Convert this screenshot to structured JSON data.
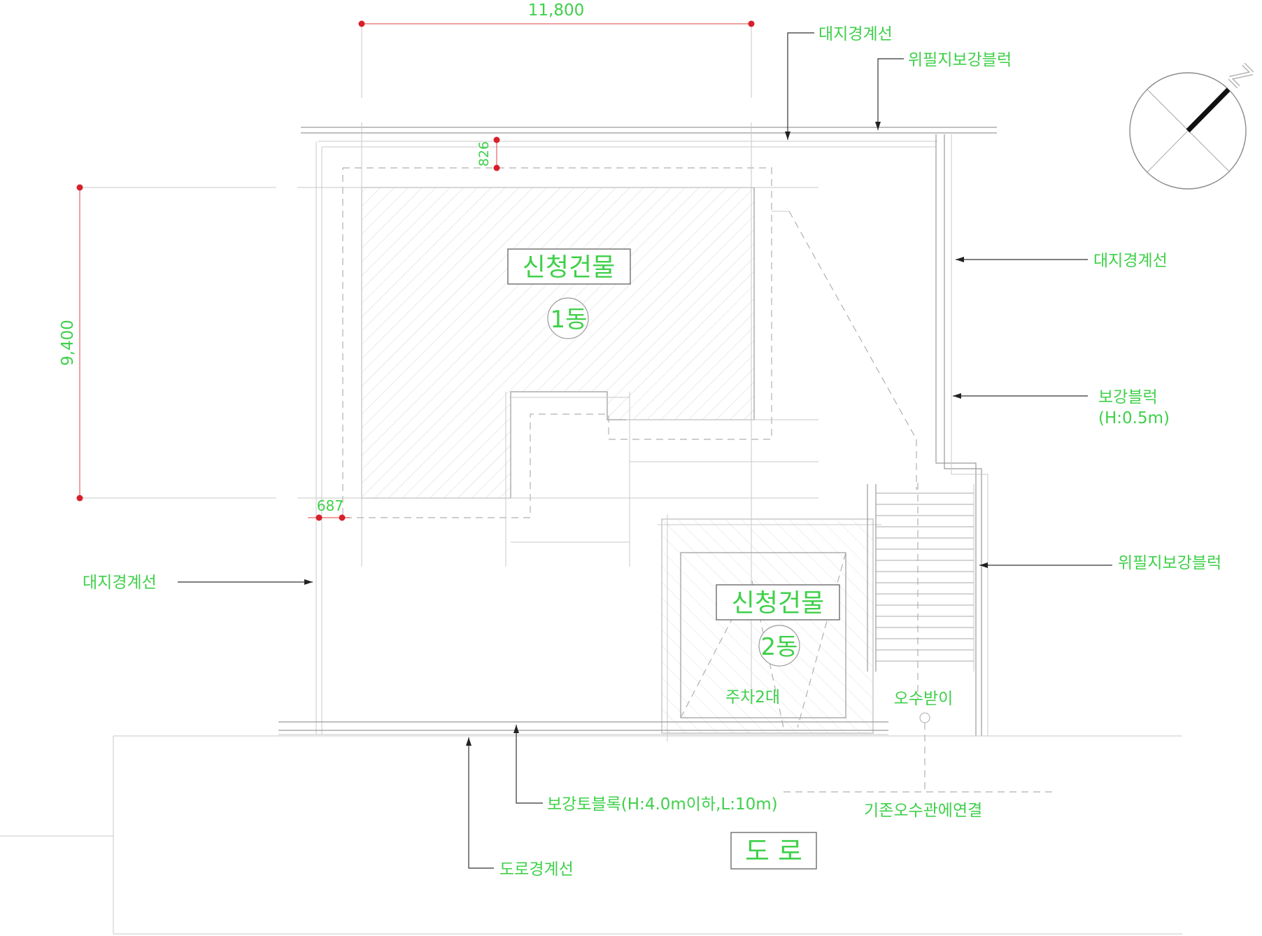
{
  "dimensions": {
    "top_width": "11,800",
    "left_height": "9,400",
    "setback_top": "826",
    "setback_left": "687"
  },
  "buildings": [
    {
      "label": "신청건물",
      "number": "1동"
    },
    {
      "label": "신청건물",
      "number": "2동"
    }
  ],
  "parking_label": "주차2대",
  "sewage_label": "오수받이",
  "notes": {
    "top_boundary": "대지경계선",
    "top_retaining": "위필지보강블럭",
    "right_boundary": "대지경계선",
    "right_reinforce_1": "보강블럭",
    "right_reinforce_2": "(H:0.5m)",
    "right_retaining": "위필지보강블럭",
    "left_boundary": "대지경계선",
    "front_retaining": "보강토블록(H:4.0m이하,L:10m)",
    "sewer_connection": "기존오수관에연결",
    "road_boundary": "도로경계선"
  },
  "road_label": "도 로",
  "north_icon": "north-arrow-icon"
}
